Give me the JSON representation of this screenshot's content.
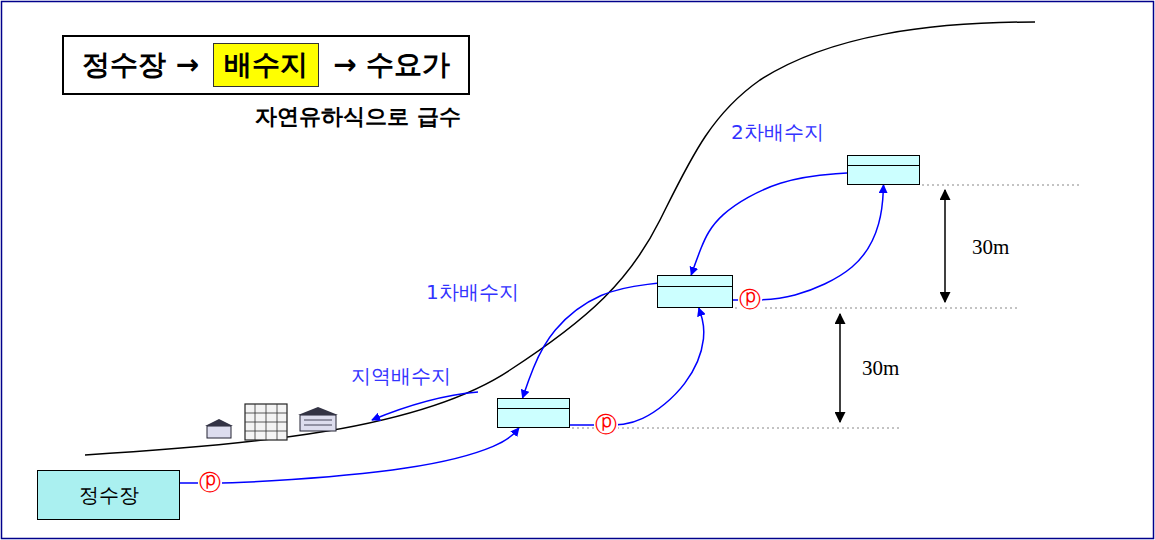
{
  "diagram": {
    "nodes": [
      {
        "text": [
          "정수장 →",
          "→ 수요가"
        ]
      },
      {
        "text": [
          "배수지"
        ],
        "in": 0
      },
      {
        "text": [
          "정수장"
        ]
      },
      {
        "text": [
          "지역배수지"
        ]
      },
      {
        "text": [
          "1차배수지"
        ]
      },
      {
        "text": [
          "2차배수지"
        ]
      }
    ],
    "edges": [
      {
        "from": 2,
        "to": 3,
        "arrow": "to"
      },
      {
        "from": 3,
        "to": 4,
        "arrow": "to"
      },
      {
        "from": 4,
        "to": 5,
        "arrow": "to"
      },
      {
        "from": 5,
        "to": 4,
        "arrow": "to"
      },
      {
        "from": 4,
        "to": 3,
        "arrow": "to"
      }
    ],
    "labels": [
      "자연유하식으로 급수",
      "ⓟ",
      "ⓟ",
      "ⓟ",
      "30m",
      "30m"
    ]
  }
}
